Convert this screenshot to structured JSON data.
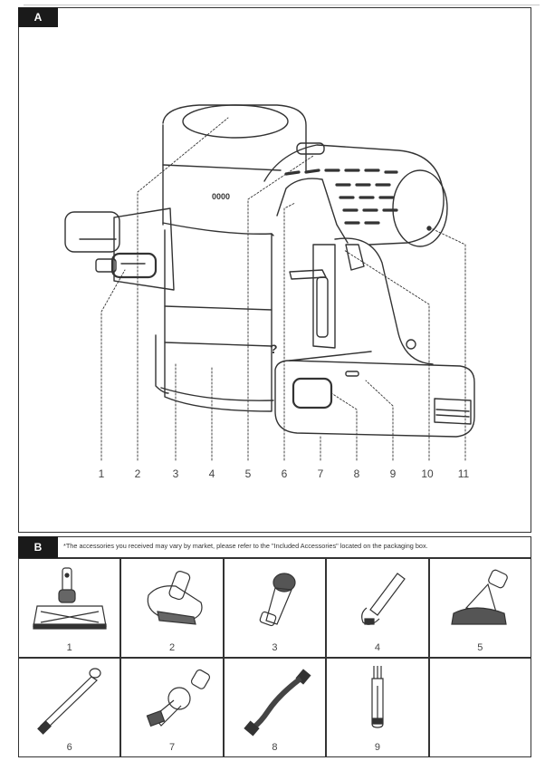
{
  "section_a": {
    "tag": "A",
    "callouts": [
      "1",
      "2",
      "3",
      "4",
      "5",
      "6",
      "7",
      "8",
      "9",
      "10",
      "11"
    ]
  },
  "section_b": {
    "tag": "B",
    "note": "*The accessories you received may vary by market, please refer to the \"Included Accessories\" located on the packaging box.",
    "accessories": [
      {
        "num": "1",
        "icon": "floor-brush-icon"
      },
      {
        "num": "2",
        "icon": "mini-motorized-brush-icon"
      },
      {
        "num": "3",
        "icon": "adapter-icon"
      },
      {
        "num": "4",
        "icon": "crevice-tool-icon"
      },
      {
        "num": "5",
        "icon": "dusting-brush-icon"
      },
      {
        "num": "6",
        "icon": "extension-wand-icon"
      },
      {
        "num": "7",
        "icon": "angle-adapter-icon"
      },
      {
        "num": "8",
        "icon": "flexible-hose-icon"
      },
      {
        "num": "9",
        "icon": "cleaning-brush-icon"
      },
      {
        "num": "",
        "icon": ""
      }
    ]
  }
}
